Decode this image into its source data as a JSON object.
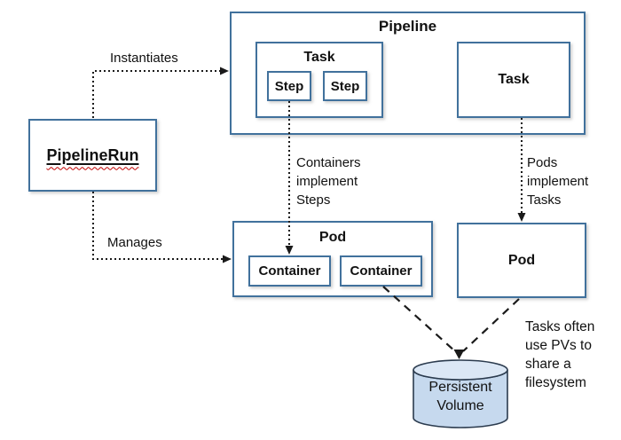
{
  "diagram": {
    "nodes": {
      "pipeline": {
        "label": "Pipeline"
      },
      "task_a": {
        "label": "Task"
      },
      "step_1": {
        "label": "Step"
      },
      "step_2": {
        "label": "Step"
      },
      "task_b": {
        "label": "Task"
      },
      "pipeline_run": {
        "label": "PipelineRun"
      },
      "pod_a": {
        "label": "Pod"
      },
      "container_1": {
        "label": "Container"
      },
      "container_2": {
        "label": "Container"
      },
      "pod_b": {
        "label": "Pod"
      },
      "persistent_volume": {
        "label": "Persistent\nVolume"
      }
    },
    "edges": {
      "instantiates": {
        "label": "Instantiates"
      },
      "manages": {
        "label": "Manages"
      },
      "containers_implement_steps": {
        "label": "Containers\nimplement\nSteps"
      },
      "pods_implement_tasks": {
        "label": "Pods\nimplement\nTasks"
      }
    },
    "annotations": {
      "pv_note": {
        "label": "Tasks often\nuse PVs to\nshare a\nfilesystem"
      }
    },
    "colors": {
      "box_border": "#41719c",
      "box_fill": "#ffffff",
      "cylinder_fill": "#c6d9ee",
      "cylinder_top_fill": "#dbe7f5",
      "cylinder_border": "#2b3b4e",
      "connector": "#1a1a1a",
      "spellcheck_underline": "#c00000"
    }
  }
}
